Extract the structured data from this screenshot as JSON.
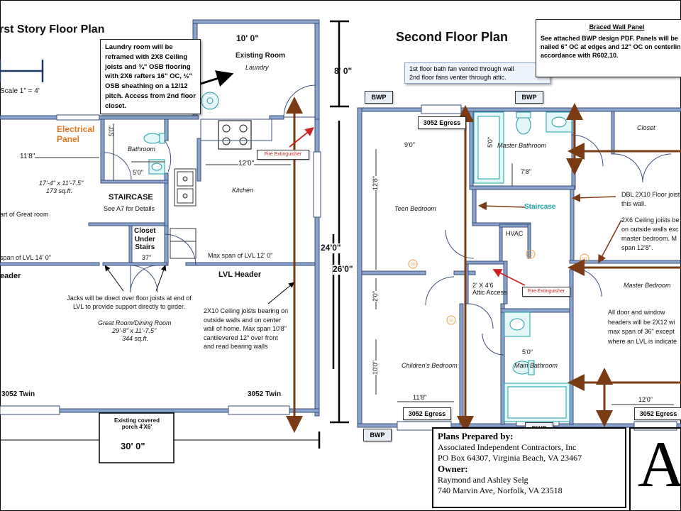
{
  "first_floor": {
    "title": "rst Story Floor Plan",
    "scale": "Scale 1\" = 4'",
    "electrical_panel": "Electrical\nPanel",
    "laundry_note": "Laundry room will be reframed with 2X8 Ceiling joists and ¾\" OSB flooring with 2X6 rafters 16\" OC, ½\" OSB sheathing on a 12/12 pitch. Access from 2nd floor closet.",
    "existing_room": "Existing Room",
    "laundry": "Laundry",
    "dim_top": "10' 0\"",
    "dim_8": "8' 0\"",
    "dim_24": "24'0\"",
    "dim_30": "30' 0\"",
    "dim_5_0_a": "5'0\"",
    "dim_5_0_b": "5'0\"",
    "dim_11_8": "11'8\"",
    "dim_12_0": "12'0\"",
    "dim_37": "37\"",
    "bathroom": "Bathroom",
    "kitchen": "Kitchen",
    "fire_extinguisher": "Fire Extinguisher",
    "great_room_size": "17'-4\" x 11'-7.5\"",
    "great_room_sqft": "173 sq.ft.",
    "part_of_great_room": "art of Great room",
    "staircase": "STAIRCASE",
    "staircase_note": "See A7 for Details",
    "closet_under_stairs": "Closet\nUnder\nStairs",
    "span_left": "span of LVL 14' 0\"",
    "span_right": "Max span of LVL 12' 0\"",
    "header_left": "eader",
    "lvl_header": "LVL Header",
    "jacks_note": "Jacks will be direct over floor joists at end of LVL to provide support directly to girder.",
    "great_dining": "Great Room/Dining Room",
    "great_dining_size": "29'-8\" x 11'-7.5\"",
    "great_dining_sqft": "344 sq.ft.",
    "ceiling_note": "2X10 Ceiling joists bearing on outside walls and on center wall of home. Max span 10'8\" cantilevered 12\" over front and read bearing walls",
    "twin_left": "3052 Twin",
    "twin_right": "3052 Twin",
    "porch": "Existing covered porch 4'X6'"
  },
  "second_floor": {
    "title": "Second Floor Plan",
    "fan_note_1": "1st floor bath fan vented through wall",
    "fan_note_2": "2nd floor fans venter through attic.",
    "braced_title": "Braced Wall Panel",
    "braced_note": "See attached BWP design PDF. Panels will be nailed 6\" OC at edges and 12\" OC on centerlin accordance with R602.10.",
    "dim_26": "26'0\"",
    "bwp": [
      "BWP",
      "BWP",
      "BWP",
      "BWP"
    ],
    "egress_top": "3052 Egress",
    "egress_bottom_left": "3052 Egress",
    "egress_bottom_right": "3052 Egress",
    "dim_9_0": "9'0\"",
    "dim_12_8": "12'8\"",
    "dim_2_0": "2'0\"",
    "dim_10_0": "10'0\"",
    "dim_11_8": "11'8\"",
    "dim_5_0_a": "5'0\"",
    "dim_7_8": "7'8\"",
    "dim_5_0_b": "5'0\"",
    "dim_12_0": "12'0\"",
    "master_bathroom": "Master Bathroom",
    "closet": "Closet",
    "teen_bedroom": "Teen Bedroom",
    "staircase": "Staircase",
    "hvac": "HVAC",
    "attic_access": "2' X 4'6\nAttic Access",
    "fire_extinguisher": "Fire Extinguisher",
    "master_bedroom": "Master Bedroom",
    "childrens_bedroom": "Children's Bedroom",
    "main_bathroom": "Main Bathroom",
    "dbl_note": "DBL 2X10 Floor joist this wall.",
    "ceiling_note": "2X6 Ceiling joists be on outside walls exc master bedroom. M span 12'8\".",
    "header_note": "All door and window headers will be 2X12 wi max span of 36\" except where an LVL is indicate",
    "smoke": "SD"
  },
  "title_block": {
    "prepared_label": "Plans Prepared by:",
    "company": "Associated Independent Contractors, Inc",
    "company_address": "PO Box 64307, Virginia Beach, VA 23467",
    "owner_label": "Owner:",
    "owner_name": "Raymond and Ashley Selg",
    "owner_address": "740 Marvin Ave, Norfolk, VA 23518",
    "sheet": "A"
  },
  "colors": {
    "wall": "#8aa4cc",
    "wall_edge": "#3a4f7a",
    "arrow": "#7a3b14",
    "red_arrow": "#cc2222",
    "electrical": "#e8741c",
    "staircase": "#1aa0a8"
  }
}
